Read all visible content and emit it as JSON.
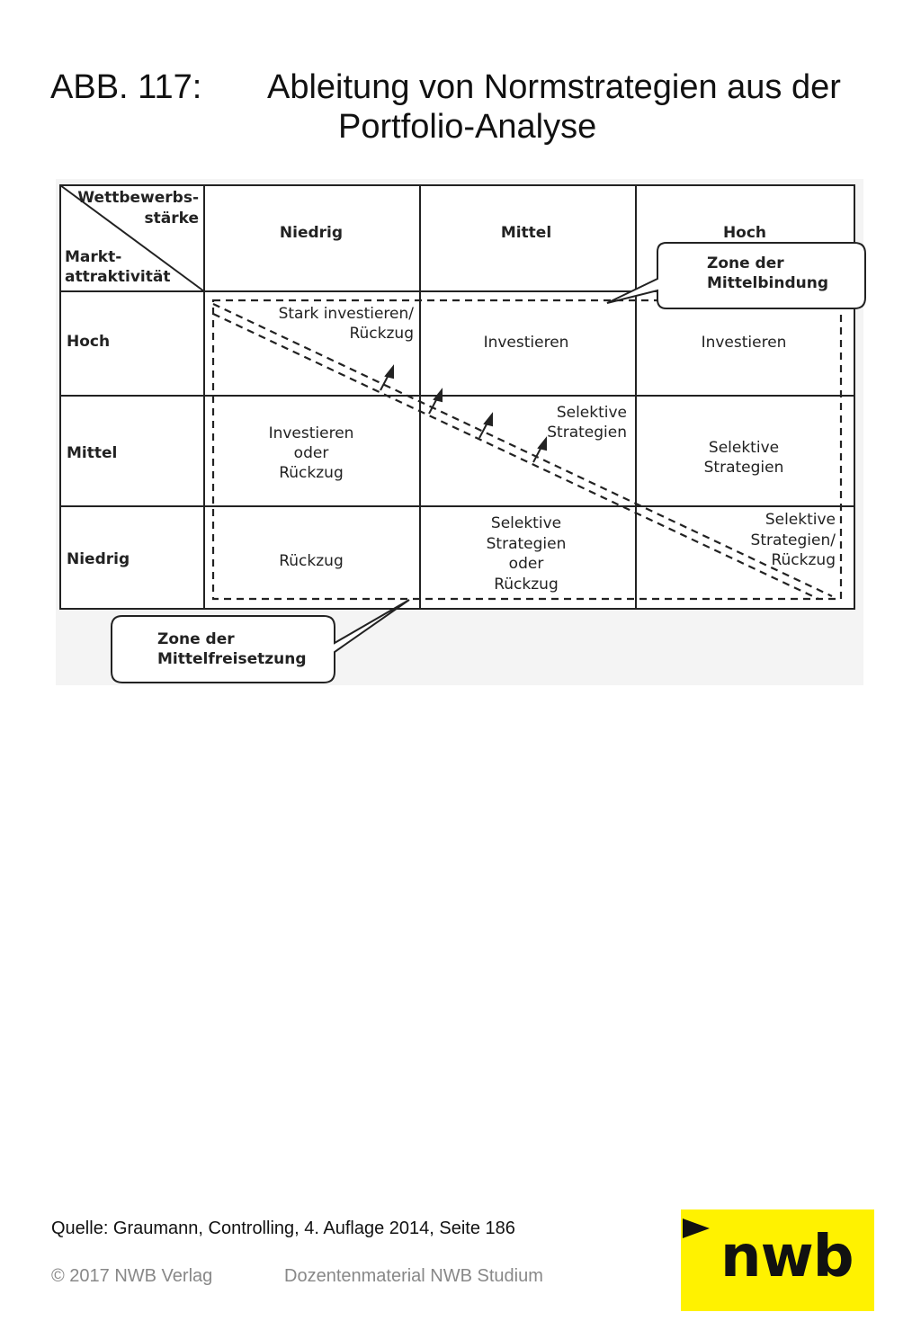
{
  "title": {
    "abb": "ABB. 117:",
    "line1": "Ableitung von Normstrategien aus der",
    "line2": "Portfolio-Analyse"
  },
  "matrix": {
    "corner_top": [
      "Wettbewerbs-",
      "stärke"
    ],
    "corner_bottom": [
      "Markt-",
      "attraktivität"
    ],
    "columns": [
      "Niedrig",
      "Mittel",
      "Hoch"
    ],
    "rows": [
      "Hoch",
      "Mittel",
      "Niedrig"
    ],
    "cells": {
      "hoch_niedrig": [
        "Stark investieren/",
        "Rückzug"
      ],
      "hoch_mittel": [
        "Investieren"
      ],
      "hoch_hoch": [
        "Investieren"
      ],
      "mittel_niedrig": [
        "Investieren",
        "oder",
        "Rückzug"
      ],
      "mittel_mittel": [
        "Selektive",
        "Strategien"
      ],
      "mittel_hoch": [
        "Selektive",
        "Strategien"
      ],
      "niedrig_niedrig": [
        "Rückzug"
      ],
      "niedrig_mittel": [
        "Selektive",
        "Strategien",
        "oder",
        "Rückzug"
      ],
      "niedrig_hoch": [
        "Selektive",
        "Strategien/",
        "Rückzug"
      ]
    },
    "callouts": {
      "bindung": [
        "Zone der",
        "Mittelbindung"
      ],
      "freisetzung": [
        "Zone der",
        "Mittelfreisetzung"
      ]
    }
  },
  "source": "Quelle: Graumann, Controlling, 4. Auflage 2014, Seite 186",
  "footer": {
    "copyright": "© 2017 NWB Verlag",
    "material": "Dozentenmaterial NWB Studium"
  },
  "logo": {
    "text": "nwb",
    "color": "#fff200"
  }
}
